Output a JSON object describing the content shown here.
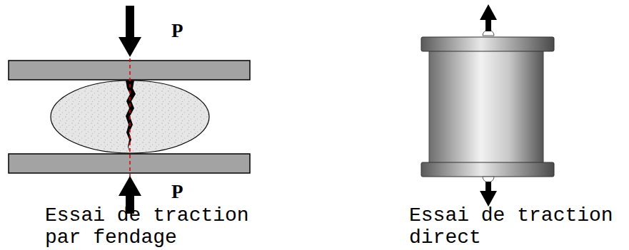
{
  "diagram": {
    "labels": [
      "P",
      "P",
      "Essai de traction par fendage",
      "Essai de traction direct"
    ]
  }
}
